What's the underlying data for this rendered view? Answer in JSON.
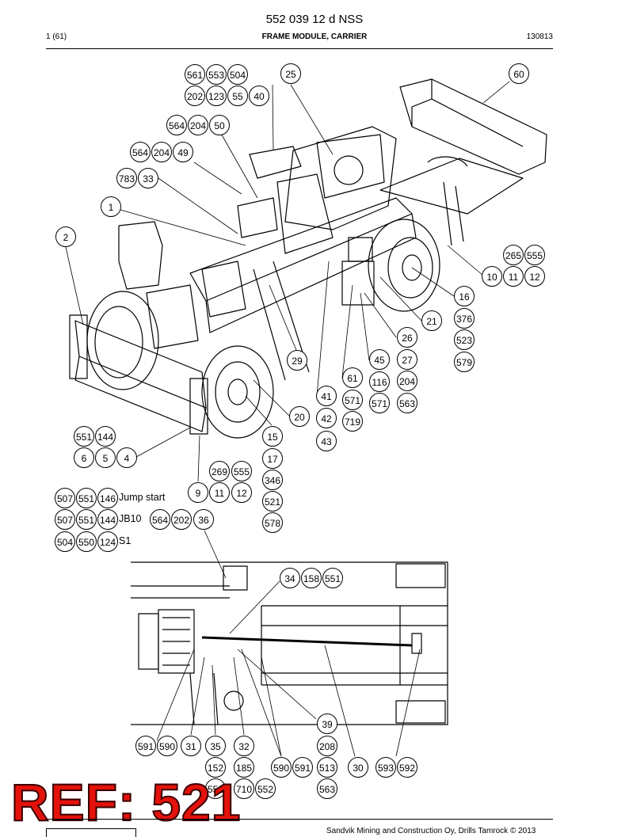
{
  "header": {
    "doc_number": "552 039 12 d NSS",
    "page": "1 (61)",
    "section": "FRAME MODULE, CARRIER",
    "date": "130813"
  },
  "overlay": {
    "ref_label": "REF: 521"
  },
  "footer": {
    "copyright": "Sandvik Mining and Construction Oy, Drills Tamrock © 2013"
  },
  "notes": [
    "Jump start",
    "JB10",
    "S1"
  ],
  "callouts": [
    "561",
    "553",
    "504",
    "202",
    "123",
    "55",
    "40",
    "25",
    "60",
    "564",
    "204",
    "50",
    "564",
    "204",
    "49",
    "783",
    "33",
    "1",
    "2",
    "265",
    "555",
    "10",
    "11",
    "12",
    "16",
    "376",
    "523",
    "579",
    "21",
    "26",
    "27",
    "204",
    "563",
    "45",
    "116",
    "571",
    "61",
    "571",
    "719",
    "29",
    "41",
    "42",
    "43",
    "20",
    "15",
    "17",
    "346",
    "521",
    "578",
    "551",
    "144",
    "6",
    "5",
    "4",
    "269",
    "555",
    "9",
    "11",
    "12",
    "507",
    "551",
    "146",
    "507",
    "551",
    "144",
    "564",
    "202",
    "36",
    "504",
    "550",
    "124",
    "34",
    "158",
    "551",
    "39",
    "208",
    "513",
    "563",
    "591",
    "590",
    "31",
    "35",
    "32",
    "152",
    "185",
    "590",
    "591",
    "30",
    "593",
    "592",
    "551",
    "710",
    "552"
  ]
}
